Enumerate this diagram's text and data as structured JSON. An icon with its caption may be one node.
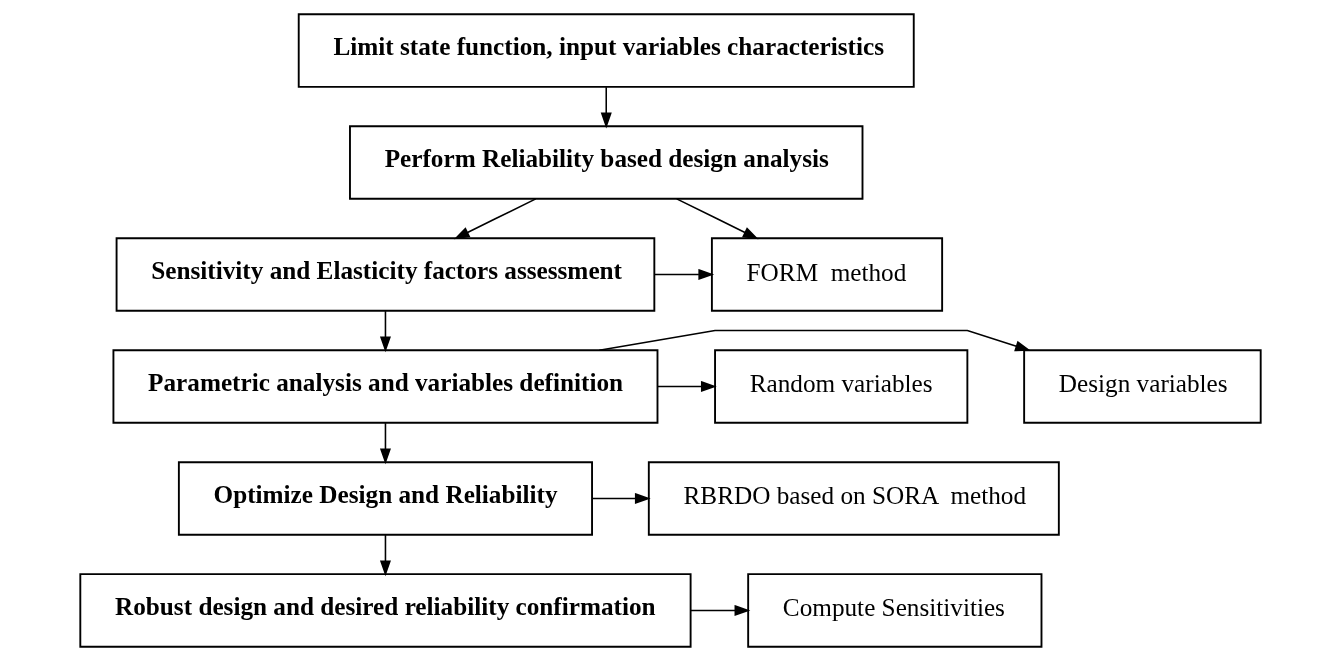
{
  "diagram": {
    "nodes": [
      {
        "text": [
          "Limit state function, input variables characteristics"
        ]
      },
      {
        "text": [
          "Perform Reliability based design analysis"
        ]
      },
      {
        "text": [
          "FORM  method"
        ]
      },
      {
        "text": [
          "Sensitivity and Elasticity factors assessment"
        ]
      },
      {
        "text": [
          "Parametric analysis and variables definition"
        ]
      },
      {
        "text": [
          "Design variables"
        ]
      },
      {
        "text": [
          "Random variables"
        ]
      },
      {
        "text": [
          "Optimize Design and Reliability"
        ]
      },
      {
        "text": [
          "RBRDO based on SORA  method"
        ]
      },
      {
        "text": [
          "Robust design and desired reliability confirmation"
        ]
      },
      {
        "text": [
          "Compute Sensitivities"
        ]
      }
    ],
    "edges": [
      {
        "from": 0,
        "to": 1,
        "arrow": "to"
      },
      {
        "from": 1,
        "to": 3,
        "arrow": "to"
      },
      {
        "from": 1,
        "to": 2,
        "arrow": "to"
      },
      {
        "from": 3,
        "to": 2,
        "arrow": "to"
      },
      {
        "from": 3,
        "to": 4,
        "arrow": "to"
      },
      {
        "from": 4,
        "to": 5,
        "arrow": "to"
      },
      {
        "from": 4,
        "to": 6,
        "arrow": "to"
      },
      {
        "from": 4,
        "to": 7,
        "arrow": "to"
      },
      {
        "from": 7,
        "to": 8,
        "arrow": "to"
      },
      {
        "from": 7,
        "to": 9,
        "arrow": "to"
      },
      {
        "from": 9,
        "to": 10,
        "arrow": "to"
      }
    ]
  }
}
